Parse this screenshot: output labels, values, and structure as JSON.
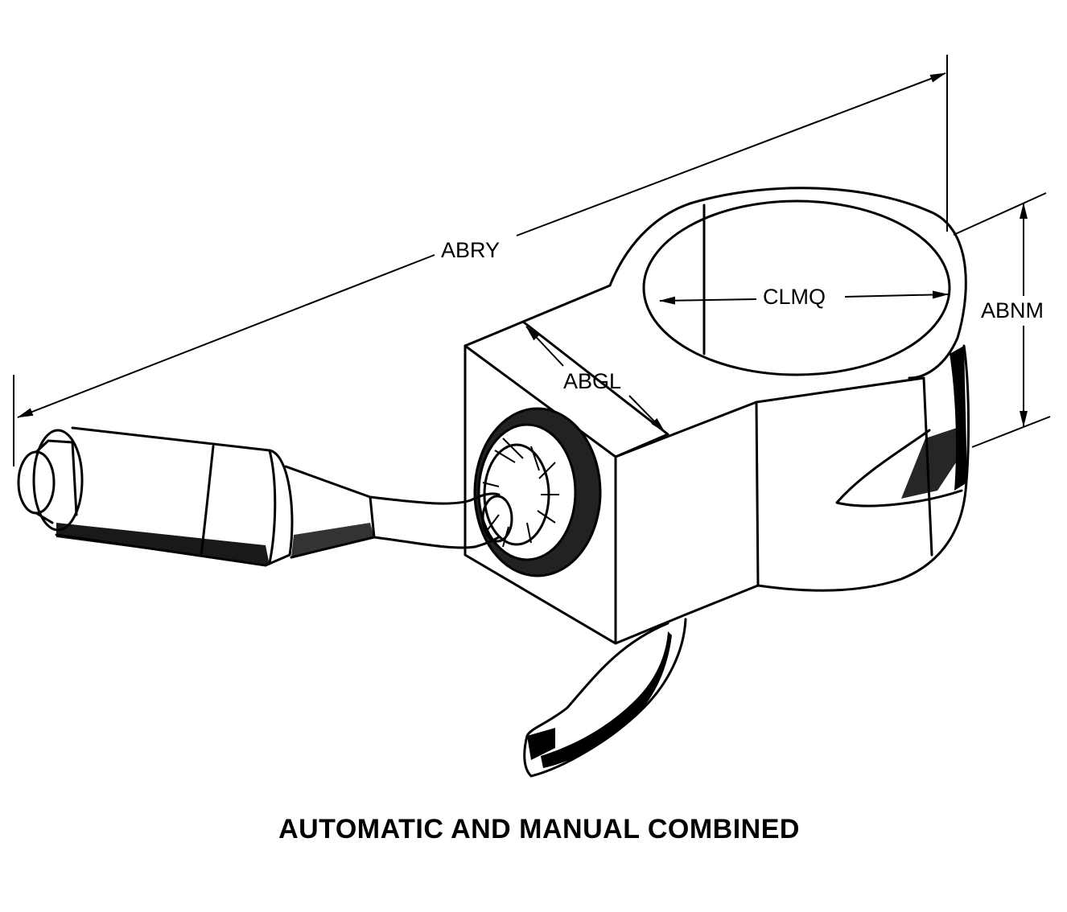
{
  "dimensions": {
    "overall_length": "ABRY",
    "bore_diameter": "CLMQ",
    "block_width": "ABGL",
    "height": "ABNM"
  },
  "caption": "AUTOMATIC AND MANUAL COMBINED"
}
